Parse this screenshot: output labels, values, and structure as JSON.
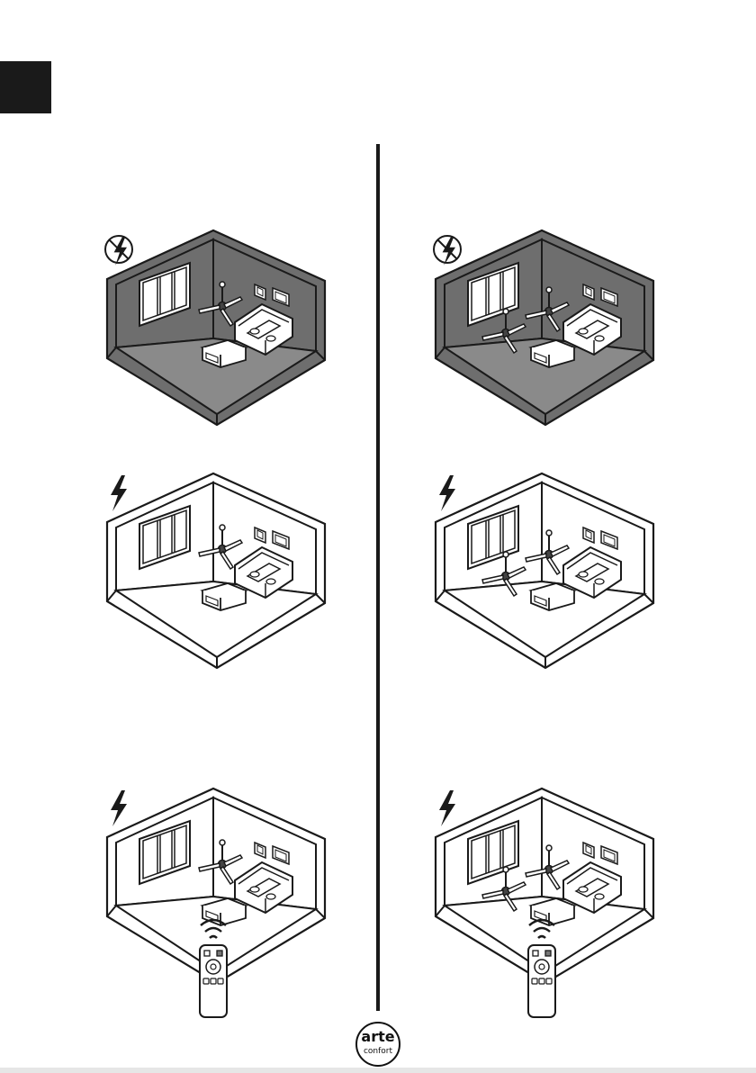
{
  "brand": {
    "logo_top": "arte",
    "logo_bottom": "confort"
  },
  "colors": {
    "dark_room_wall": "#6e6e6e",
    "dark_room_floor": "#8a8a8a",
    "light_room": "#ffffff",
    "line": "#1a1a1a"
  },
  "panels": [
    {
      "id": "left-1",
      "state": "power-off",
      "fans": 1,
      "remote": false,
      "icon": "no-power-icon"
    },
    {
      "id": "right-1",
      "state": "power-off",
      "fans": 2,
      "remote": false,
      "icon": "no-power-icon"
    },
    {
      "id": "left-2",
      "state": "power-on",
      "fans": 1,
      "remote": false,
      "icon": "power-icon"
    },
    {
      "id": "right-2",
      "state": "power-on",
      "fans": 2,
      "remote": false,
      "icon": "power-icon"
    },
    {
      "id": "left-3",
      "state": "power-on",
      "fans": 1,
      "remote": true,
      "icon": "power-icon"
    },
    {
      "id": "right-3",
      "state": "power-on",
      "fans": 2,
      "remote": true,
      "icon": "power-icon"
    }
  ]
}
